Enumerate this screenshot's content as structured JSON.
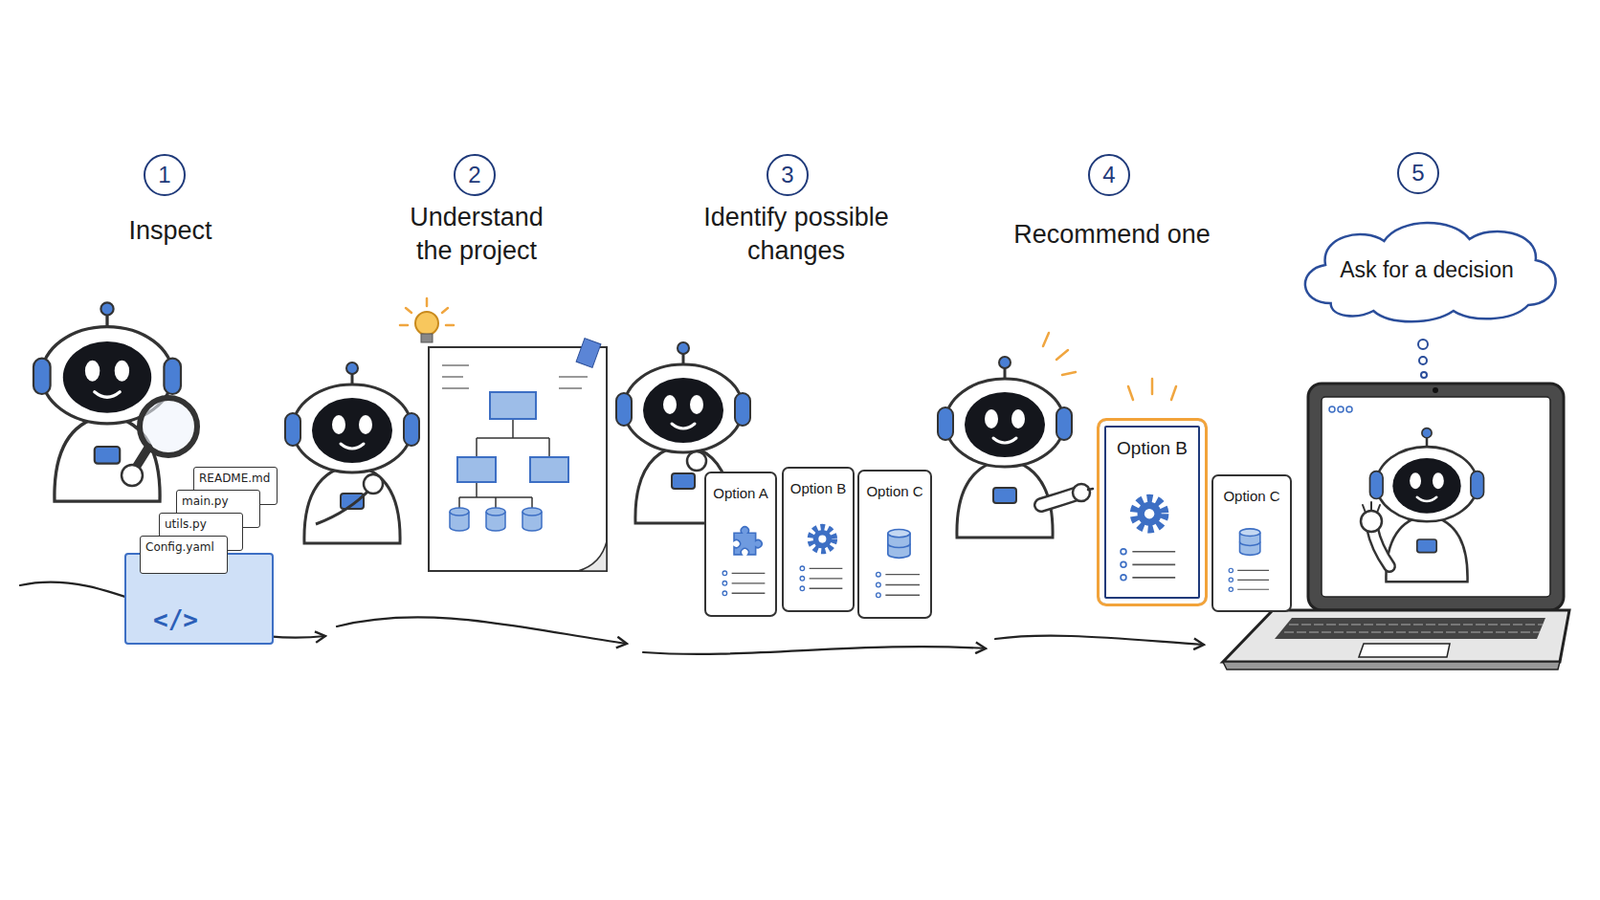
{
  "diagram": {
    "nodes": [
      {
        "text": [
          "1"
        ]
      },
      {
        "text": [
          "</>"
        ]
      },
      {
        "text": [
          "README.md"
        ],
        "in": 1
      },
      {
        "text": [
          "main.py"
        ],
        "in": 1
      },
      {
        "text": [
          "utils.py"
        ],
        "in": 1
      },
      {
        "text": [
          "Config.yaml"
        ],
        "in": 1
      },
      {
        "text": [
          "2"
        ]
      },
      {
        "text": [
          "3"
        ]
      },
      {
        "text": [
          "Option A"
        ]
      },
      {
        "text": [
          "Option B"
        ]
      },
      {
        "text": [
          "Option C"
        ]
      },
      {
        "text": [
          "4"
        ]
      },
      {
        "text": [
          "Option B"
        ]
      },
      {
        "text": [
          "Option C"
        ]
      },
      {
        "text": [
          "5"
        ]
      },
      {
        "text": [
          "Ask for a decision"
        ]
      }
    ],
    "labels": [
      "Inspect",
      "Understand the project",
      "Identify possible changes",
      "Recommend one"
    ]
  }
}
